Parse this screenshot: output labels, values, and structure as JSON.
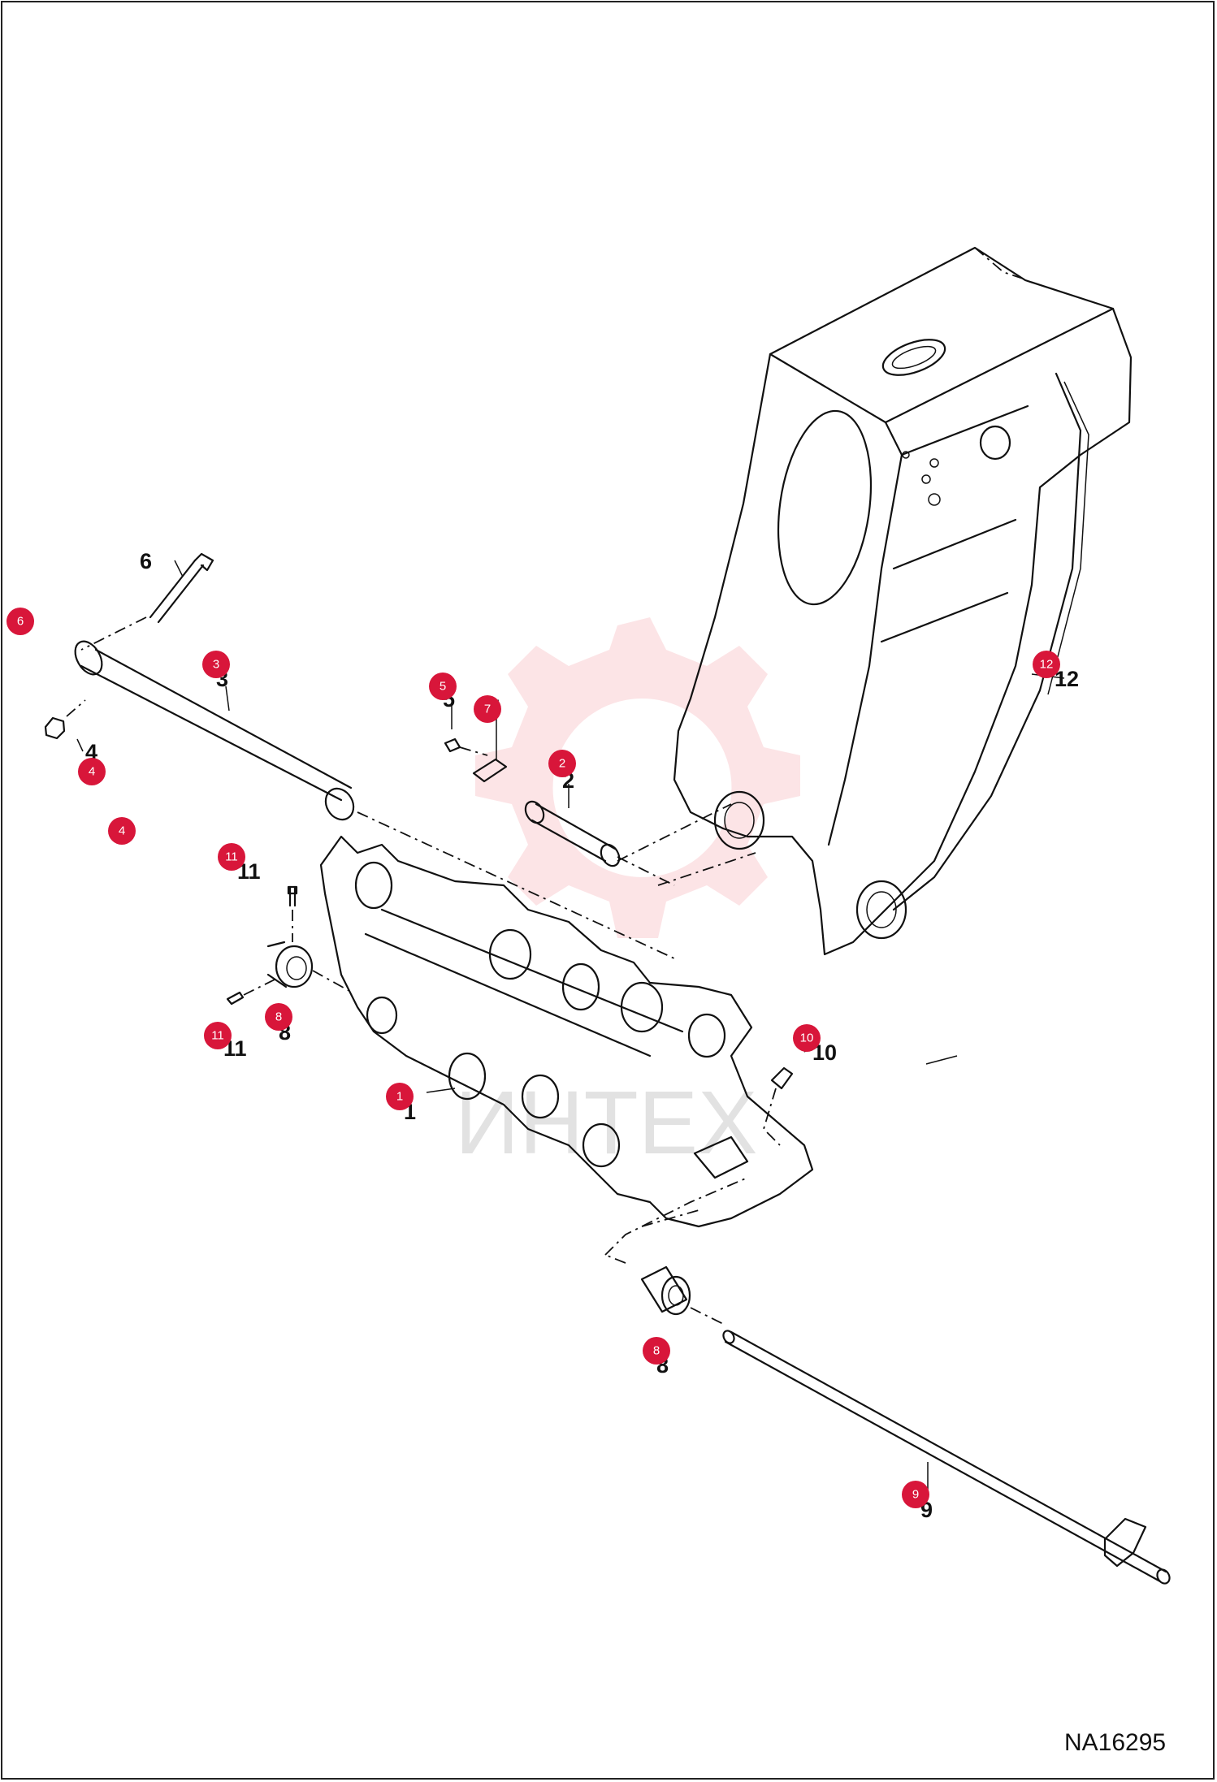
{
  "watermark": "ИНТЕХ",
  "drawing_code": "NA16295",
  "callouts": [
    {
      "id": "c6",
      "label": "6"
    },
    {
      "id": "c3",
      "label": "3"
    },
    {
      "id": "c4",
      "label": "4"
    },
    {
      "id": "c5",
      "label": "5"
    },
    {
      "id": "c7",
      "label": "7"
    },
    {
      "id": "c2",
      "label": "2"
    },
    {
      "id": "c11a",
      "label": "11"
    },
    {
      "id": "c11b",
      "label": "11"
    },
    {
      "id": "c8a",
      "label": "8"
    },
    {
      "id": "c8b",
      "label": "8"
    },
    {
      "id": "c1",
      "label": "1"
    },
    {
      "id": "c10",
      "label": "10"
    },
    {
      "id": "c9",
      "label": "9"
    },
    {
      "id": "c12",
      "label": "12"
    }
  ],
  "badges": [
    {
      "id": "b6",
      "label": "6"
    },
    {
      "id": "b3",
      "label": "3"
    },
    {
      "id": "b4a",
      "label": "4"
    },
    {
      "id": "b4b",
      "label": "4"
    },
    {
      "id": "b5",
      "label": "5"
    },
    {
      "id": "b7",
      "label": "7"
    },
    {
      "id": "b2",
      "label": "2"
    },
    {
      "id": "b11a",
      "label": "11"
    },
    {
      "id": "b8a",
      "label": "8"
    },
    {
      "id": "b11b",
      "label": "11"
    },
    {
      "id": "b1",
      "label": "1"
    },
    {
      "id": "b10",
      "label": "10"
    },
    {
      "id": "b8b",
      "label": "8"
    },
    {
      "id": "b9",
      "label": "9"
    },
    {
      "id": "b12",
      "label": "12"
    }
  ]
}
